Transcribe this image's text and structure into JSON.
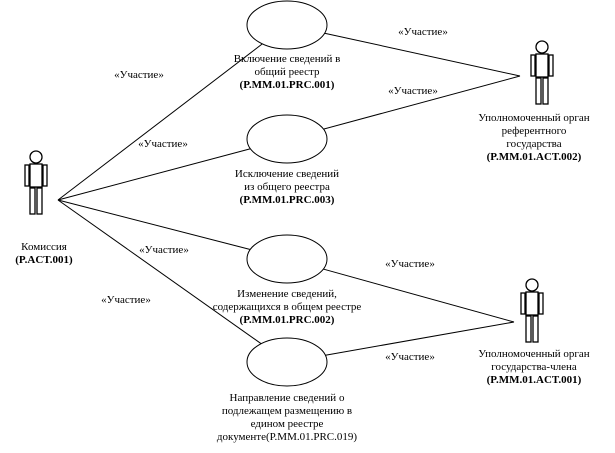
{
  "diagram": {
    "edge_label": "«Участие»",
    "actors": [
      {
        "id": "commission",
        "lines": [
          "Комиссия",
          "(P.ACT.001)"
        ]
      },
      {
        "id": "referent",
        "lines": [
          "Уполномоченный орган",
          "референтного",
          "государства",
          "(P.MM.01.ACT.002)"
        ]
      },
      {
        "id": "member",
        "lines": [
          "Уполномоченный орган",
          "государства-члена",
          "(P.MM.01.ACT.001)"
        ]
      }
    ],
    "use_cases": [
      {
        "id": "uc1",
        "lines": [
          "Включение сведений в",
          "общий реестр",
          "(P.MM.01.PRC.001)"
        ]
      },
      {
        "id": "uc2",
        "lines": [
          "Исключение сведений",
          "из общего реестра",
          "(P.MM.01.PRC.003)"
        ]
      },
      {
        "id": "uc3",
        "lines": [
          "Изменение сведений,",
          "содержащихся в общем реестре",
          "(P.MM.01.PRC.002)"
        ]
      },
      {
        "id": "uc4",
        "lines": [
          "Направление сведений о",
          "подлежащем размещению в",
          "едином реестре",
          "документе(P.MM.01.PRC.019)"
        ]
      }
    ],
    "associations": [
      {
        "from": "commission",
        "to": "uc1",
        "label": "«Участие»"
      },
      {
        "from": "commission",
        "to": "uc2",
        "label": "«Участие»"
      },
      {
        "from": "commission",
        "to": "uc3",
        "label": "«Участие»"
      },
      {
        "from": "commission",
        "to": "uc4",
        "label": "«Участие»"
      },
      {
        "from": "uc1",
        "to": "referent",
        "label": "«Участие»"
      },
      {
        "from": "uc2",
        "to": "referent",
        "label": "«Участие»"
      },
      {
        "from": "uc3",
        "to": "member",
        "label": "«Участие»"
      },
      {
        "from": "uc4",
        "to": "member",
        "label": "«Участие»"
      }
    ]
  }
}
